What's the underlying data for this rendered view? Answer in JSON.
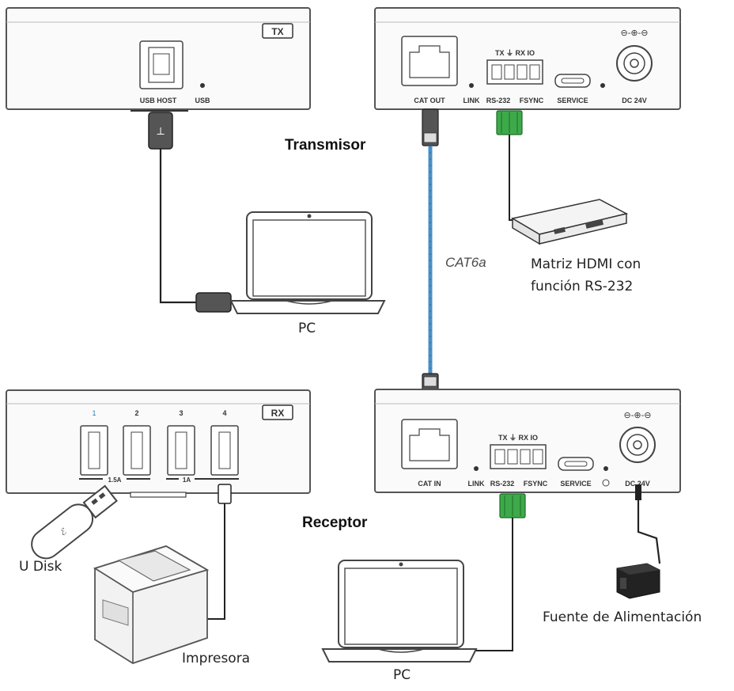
{
  "labels": {
    "transmitter": "Transmisor",
    "receiver": "Receptor",
    "cable": "CAT6a",
    "pc_top": "PC",
    "pc_bottom": "PC",
    "matrix_line1": "Matriz HDMI con",
    "matrix_line2": "función RS-232",
    "u_disk": "U Disk",
    "printer": "Impresora",
    "power_supply": "Fuente de Alimentación"
  },
  "tx_front": {
    "badge": "TX",
    "usb_host": "USB HOST",
    "usb": "USB"
  },
  "tx_rear": {
    "cat_out": "CAT OUT",
    "link": "LINK",
    "rs232": "RS-232",
    "fsync": "FSYNC",
    "service": "SERVICE",
    "dc": "DC 24V",
    "terminal_top": "TX ⏚ RX IO"
  },
  "rx_front": {
    "badge": "RX",
    "ports": [
      "1",
      "2",
      "3",
      "4"
    ],
    "current_a": "1.5A",
    "current_b": "1A"
  },
  "rx_rear": {
    "cat_in": "CAT IN",
    "link": "LINK",
    "rs232": "RS-232",
    "fsync": "FSYNC",
    "service": "SERVICE",
    "dc": "DC 24V",
    "terminal_top": "TX ⏚ RX IO"
  },
  "colors": {
    "cat_cable": "#4a90c8",
    "connector_green": "#3daa4a",
    "device_outline": "#555555",
    "wire": "#222222"
  }
}
